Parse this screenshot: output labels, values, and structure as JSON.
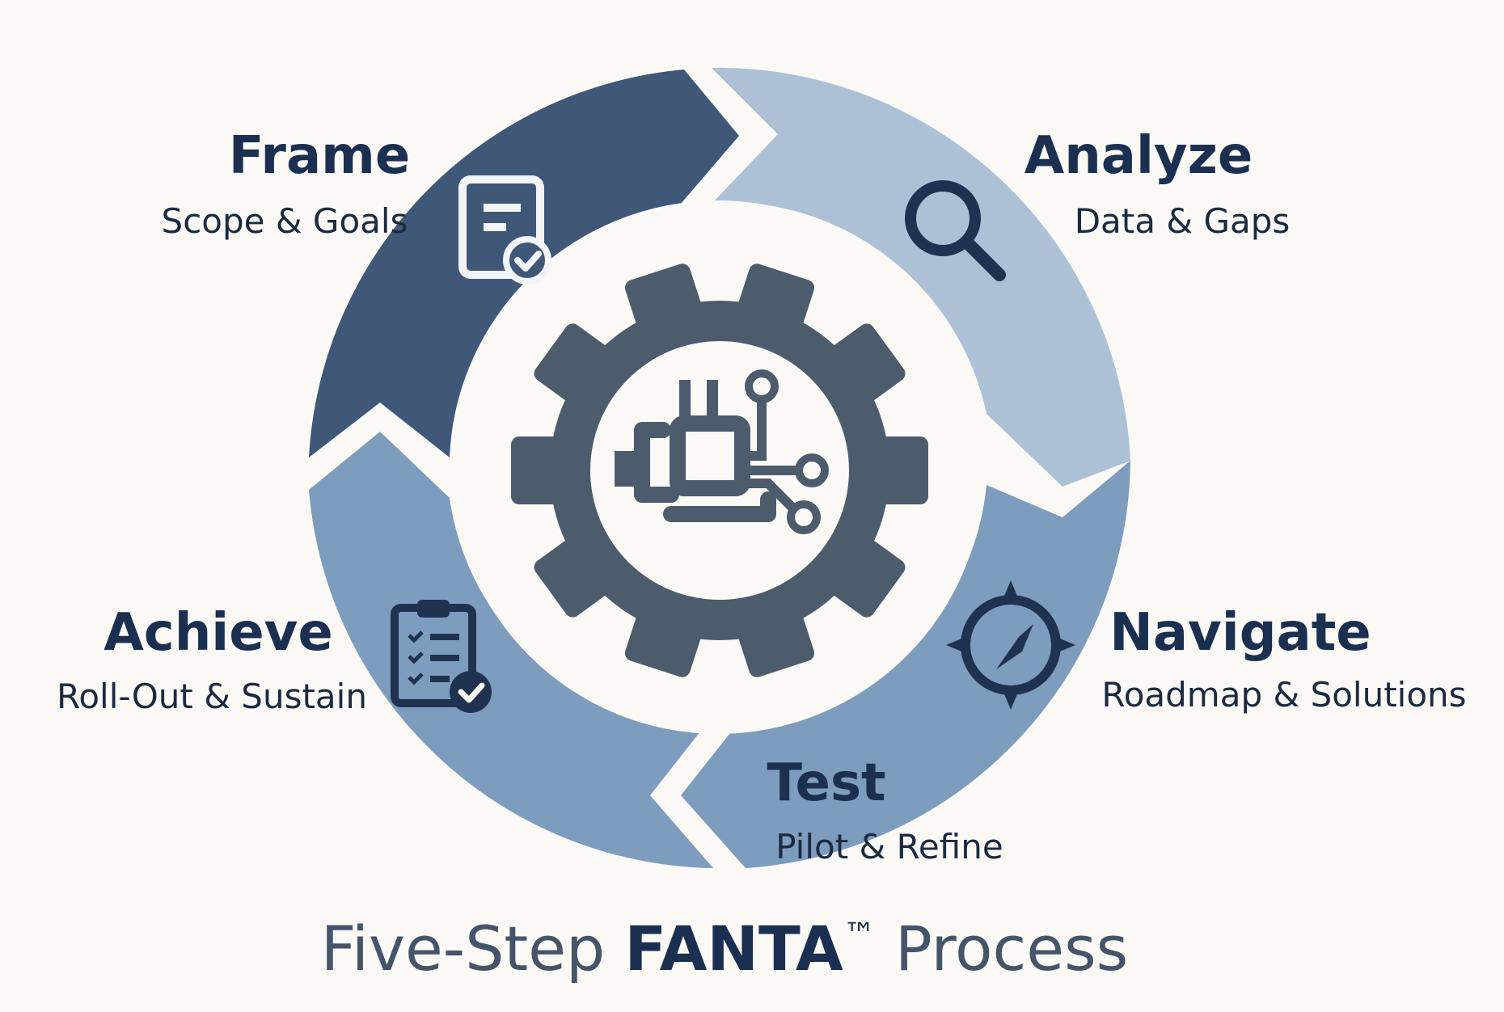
{
  "colors": {
    "background": "#fbf9f5",
    "frame": "#3f5878",
    "analyze": "#adc1d6",
    "navigate_test": "#7e9cbd",
    "achieve": "#7e9cbd",
    "gear": "#4d5c6c",
    "dark_text": "#1b3050",
    "icon": "#1f3350"
  },
  "steps": [
    {
      "id": "frame",
      "title": "Frame",
      "subtitle": "Scope & Goals",
      "icon": "document-check-icon"
    },
    {
      "id": "analyze",
      "title": "Analyze",
      "subtitle": "Data & Gaps",
      "icon": "magnifier-icon"
    },
    {
      "id": "navigate",
      "title": "Navigate",
      "subtitle": "Roadmap & Solutions",
      "icon": "compass-icon"
    },
    {
      "id": "test",
      "title": "Test",
      "subtitle": "Pilot & Refine",
      "icon": ""
    },
    {
      "id": "achieve",
      "title": "Achieve",
      "subtitle": "Roll-Out & Sustain",
      "icon": "clipboard-check-icon"
    }
  ],
  "center": {
    "icon": "gear-circuit-icon"
  },
  "footer": {
    "prefix": "Five-Step ",
    "brand": "FANTA",
    "trademark": "™",
    "suffix": " Process"
  }
}
